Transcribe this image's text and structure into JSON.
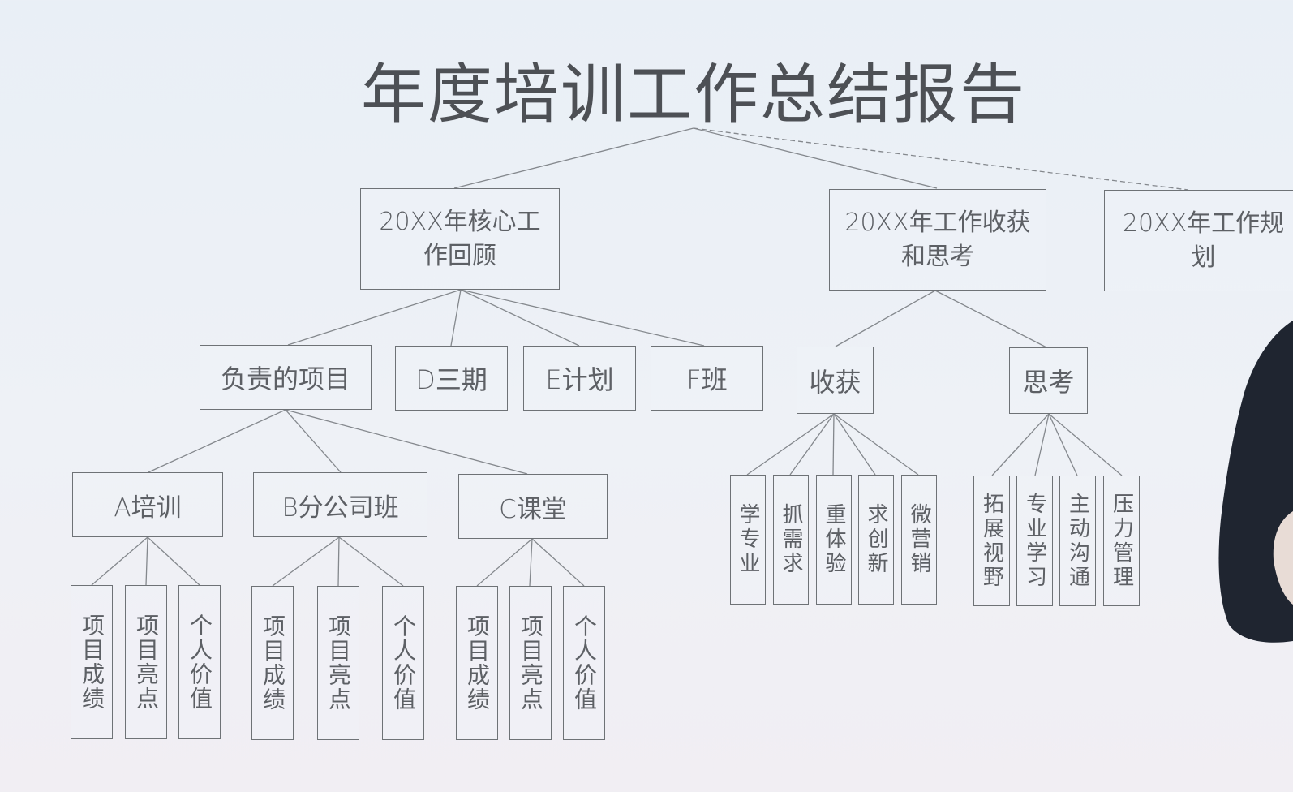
{
  "title": "年度培训工作总结报告",
  "colors": {
    "line": "#84888d",
    "border": "#6e7276",
    "text": "#5d6065",
    "presenter": "#1f2530"
  },
  "level1": [
    {
      "label": "20XX年核心工作回顾"
    },
    {
      "label": "20XX年工作收获和思考"
    },
    {
      "label": "20XX年工作规划"
    }
  ],
  "level2": [
    {
      "label": "负责的项目"
    },
    {
      "label": "D三期"
    },
    {
      "label": "E计划"
    },
    {
      "label": "F班"
    },
    {
      "label": "收获"
    },
    {
      "label": "思考"
    }
  ],
  "level3": [
    {
      "label": "A培训"
    },
    {
      "label": "B分公司班"
    },
    {
      "label": "C课堂"
    }
  ],
  "leaves": {
    "a": [
      "项目成绩",
      "项目亮点",
      "个人价值"
    ],
    "b": [
      "项目成绩",
      "项目亮点",
      "个人价值"
    ],
    "c": [
      "项目成绩",
      "项目亮点",
      "个人价值"
    ],
    "harvest": [
      "学专业",
      "抓需求",
      "重体验",
      "求创新",
      "微营销"
    ],
    "thinking": [
      "拓展视野",
      "专业学习",
      "主动沟通",
      "压力管理"
    ]
  }
}
